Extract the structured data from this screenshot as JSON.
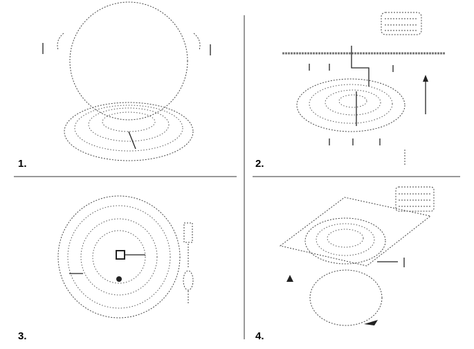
{
  "steps": [
    {
      "label": "1."
    },
    {
      "label": "2."
    },
    {
      "label": "3."
    },
    {
      "label": "4."
    }
  ]
}
